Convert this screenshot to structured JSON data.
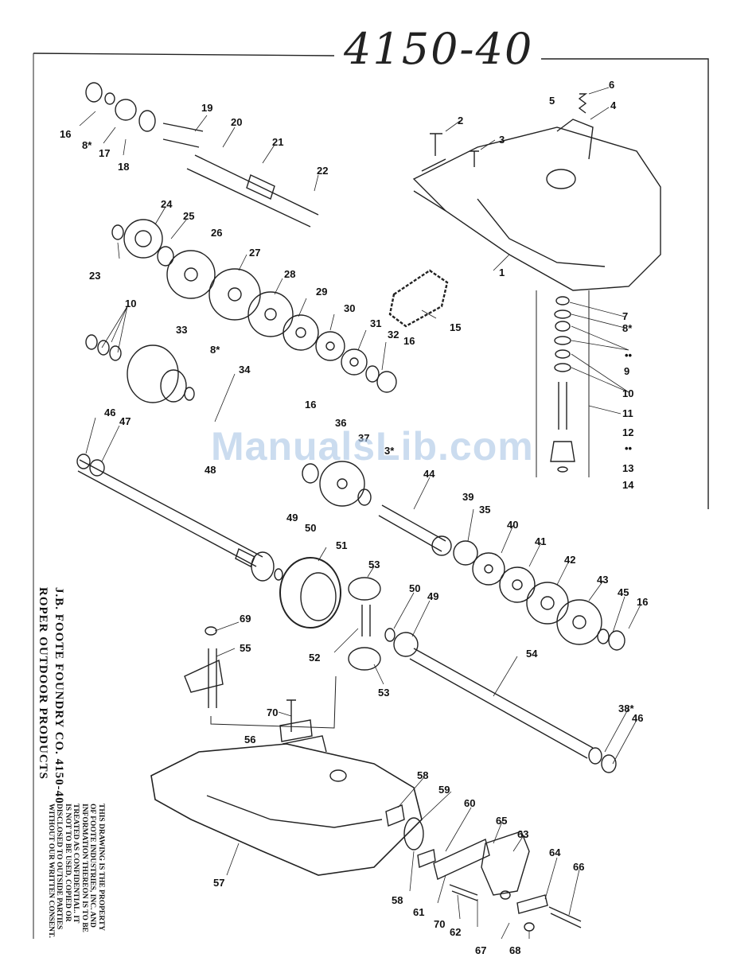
{
  "header": {
    "drawing_number": "4150-40"
  },
  "watermark": "ManualsLib.com",
  "side_text": {
    "company": "J.B. FOOTE FOUNDRY CO. 4150-40",
    "brand": "ROPER OUTDOOR PRODUCTS",
    "disclaimer_lines": [
      "THIS DRAWING IS THE PROPERTY",
      "OF FOOTE INDUSTRIES, INC. AND",
      "INFORMATION THEREON IS TO BE",
      "TREATED AS CONFIDENTIAL. IT",
      "IS NOT TO BE USED, COPIED OR",
      "DISCLOSED TO OUTSIDE PARTIES",
      "WITHOUT OUR WRITTEN CONSENT."
    ]
  },
  "labels": [
    {
      "id": "l16a",
      "text": "16"
    },
    {
      "id": "l8a",
      "text": "8*"
    },
    {
      "id": "l17",
      "text": "17"
    },
    {
      "id": "l18",
      "text": "18"
    },
    {
      "id": "l19",
      "text": "19"
    },
    {
      "id": "l20",
      "text": "20"
    },
    {
      "id": "l21",
      "text": "21"
    },
    {
      "id": "l22",
      "text": "22"
    },
    {
      "id": "l2",
      "text": "2"
    },
    {
      "id": "l3a",
      "text": "3"
    },
    {
      "id": "l5",
      "text": "5"
    },
    {
      "id": "l6",
      "text": "6"
    },
    {
      "id": "l4",
      "text": "4"
    },
    {
      "id": "l1",
      "text": "1"
    },
    {
      "id": "l24",
      "text": "24"
    },
    {
      "id": "l25",
      "text": "25"
    },
    {
      "id": "l26",
      "text": "26"
    },
    {
      "id": "l23",
      "text": "23"
    },
    {
      "id": "l27",
      "text": "27"
    },
    {
      "id": "l28",
      "text": "28"
    },
    {
      "id": "l29",
      "text": "29"
    },
    {
      "id": "l30",
      "text": "30"
    },
    {
      "id": "l31",
      "text": "31"
    },
    {
      "id": "l32",
      "text": "32"
    },
    {
      "id": "l16b",
      "text": "16"
    },
    {
      "id": "l15",
      "text": "15"
    },
    {
      "id": "l10a",
      "text": "10"
    },
    {
      "id": "l33",
      "text": "33"
    },
    {
      "id": "l8b",
      "text": "8*"
    },
    {
      "id": "l34",
      "text": "34"
    },
    {
      "id": "l16c",
      "text": "16"
    },
    {
      "id": "l7",
      "text": "7"
    },
    {
      "id": "l8c",
      "text": "8*"
    },
    {
      "id": "ldot1",
      "text": "••"
    },
    {
      "id": "l9",
      "text": "9"
    },
    {
      "id": "l10b",
      "text": "10"
    },
    {
      "id": "l11",
      "text": "11"
    },
    {
      "id": "l12",
      "text": "12"
    },
    {
      "id": "ldot2",
      "text": "••"
    },
    {
      "id": "l13",
      "text": "13"
    },
    {
      "id": "l14",
      "text": "14"
    },
    {
      "id": "l46a",
      "text": "46"
    },
    {
      "id": "l47",
      "text": "47"
    },
    {
      "id": "l36",
      "text": "36"
    },
    {
      "id": "l37",
      "text": "37"
    },
    {
      "id": "l3b",
      "text": "3*"
    },
    {
      "id": "l48",
      "text": "48"
    },
    {
      "id": "l44",
      "text": "44"
    },
    {
      "id": "l39",
      "text": "39"
    },
    {
      "id": "l35",
      "text": "35"
    },
    {
      "id": "l49a",
      "text": "49"
    },
    {
      "id": "l50a",
      "text": "50"
    },
    {
      "id": "l40",
      "text": "40"
    },
    {
      "id": "l41",
      "text": "41"
    },
    {
      "id": "l51",
      "text": "51"
    },
    {
      "id": "l53a",
      "text": "53"
    },
    {
      "id": "l42",
      "text": "42"
    },
    {
      "id": "l43",
      "text": "43"
    },
    {
      "id": "l45",
      "text": "45"
    },
    {
      "id": "l16d",
      "text": "16"
    },
    {
      "id": "l50b",
      "text": "50"
    },
    {
      "id": "l49b",
      "text": "49"
    },
    {
      "id": "l69",
      "text": "69"
    },
    {
      "id": "l55",
      "text": "55"
    },
    {
      "id": "l52",
      "text": "52"
    },
    {
      "id": "l54",
      "text": "54"
    },
    {
      "id": "l53b",
      "text": "53"
    },
    {
      "id": "l70a",
      "text": "70"
    },
    {
      "id": "l38",
      "text": "38*"
    },
    {
      "id": "l46b",
      "text": "46"
    },
    {
      "id": "l56",
      "text": "56"
    },
    {
      "id": "l58a",
      "text": "58"
    },
    {
      "id": "l59",
      "text": "59"
    },
    {
      "id": "l60",
      "text": "60"
    },
    {
      "id": "l65",
      "text": "65"
    },
    {
      "id": "l63",
      "text": "63"
    },
    {
      "id": "l57",
      "text": "57"
    },
    {
      "id": "l64",
      "text": "64"
    },
    {
      "id": "l66",
      "text": "66"
    },
    {
      "id": "l58b",
      "text": "58"
    },
    {
      "id": "l61",
      "text": "61"
    },
    {
      "id": "l70b",
      "text": "70"
    },
    {
      "id": "l62",
      "text": "62"
    },
    {
      "id": "l67",
      "text": "67"
    },
    {
      "id": "l68",
      "text": "68"
    }
  ]
}
